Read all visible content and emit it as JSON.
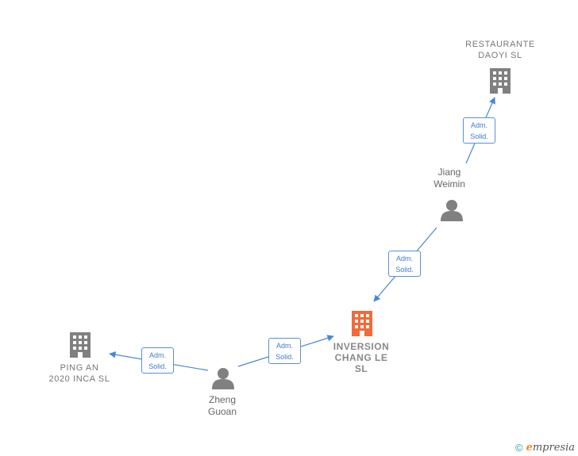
{
  "nodes": {
    "restaurante": {
      "label": "RESTAURANTE\nDAOYI  SL",
      "icon": "building-icon"
    },
    "jiang": {
      "label": "Jiang\nWeimin",
      "icon": "person-icon"
    },
    "inversion": {
      "label": "INVERSION\nCHANG LE\nSL",
      "icon": "building-icon"
    },
    "ping": {
      "label": "PING AN\n2020 INCA  SL",
      "icon": "building-icon"
    },
    "zheng": {
      "label": "Zheng\nGuoan",
      "icon": "person-icon"
    }
  },
  "edges": [
    {
      "from": "jiang",
      "to": "restaurante",
      "line1": "Adm.",
      "line2": "Solid."
    },
    {
      "from": "jiang",
      "to": "inversion",
      "line1": "Adm.",
      "line2": "Solid."
    },
    {
      "from": "zheng",
      "to": "inversion",
      "line1": "Adm.",
      "line2": "Solid."
    },
    {
      "from": "zheng",
      "to": "ping",
      "line1": "Adm.",
      "line2": "Solid."
    }
  ],
  "colors": {
    "edge": "#4a86d4",
    "node": "#808080",
    "focus": "#f26a3a"
  },
  "footer": {
    "copyright": "©",
    "brand_initial": "e",
    "brand_rest": "mpresia"
  }
}
